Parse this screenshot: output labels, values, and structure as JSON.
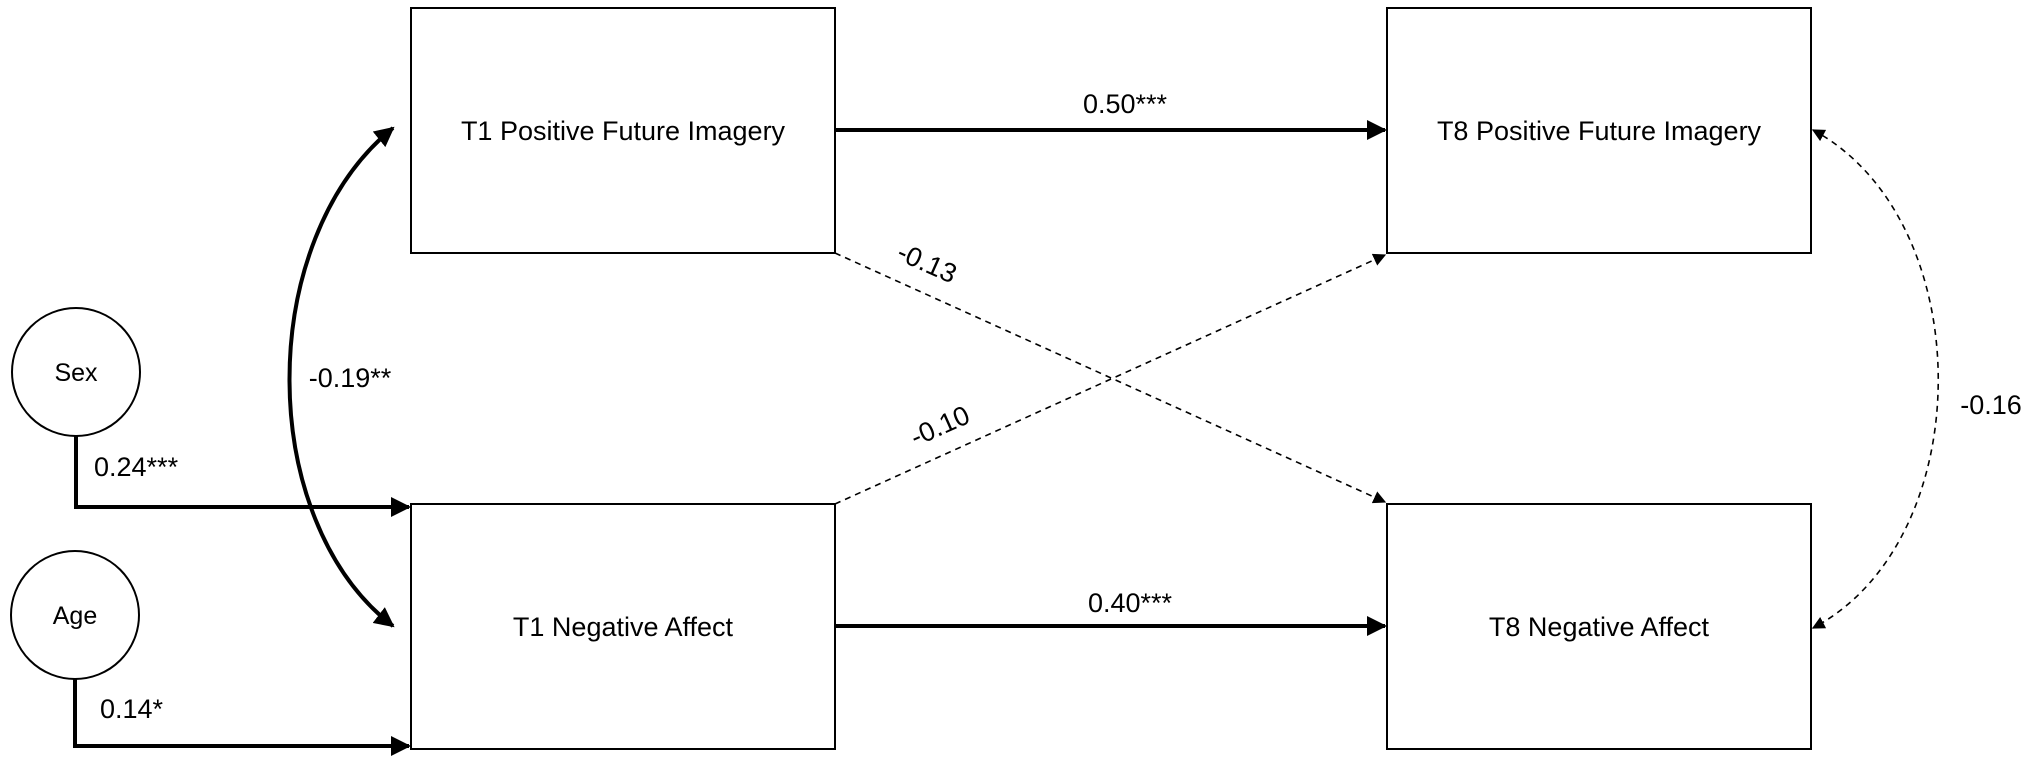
{
  "nodes": {
    "t1_positive": "T1 Positive Future Imagery",
    "t8_positive": "T8 Positive Future Imagery",
    "t1_negative": "T1 Negative Affect",
    "t8_negative": "T8 Negative Affect",
    "sex": "Sex",
    "age": "Age"
  },
  "paths": {
    "t1pos_t8pos": "0.50***",
    "t1neg_t8neg": "0.40***",
    "t1pos_t8neg": "-0.13",
    "t1neg_t8pos": "-0.10",
    "t1_covariance": "-0.19**",
    "t8_covariance": "-0.16",
    "sex_t1neg": "0.24***",
    "age_t1neg": "0.14*"
  },
  "line_styles": {
    "significant": "solid",
    "nonsignificant": "dashed"
  },
  "colors": {
    "stroke": "#000000",
    "background": "#ffffff"
  }
}
